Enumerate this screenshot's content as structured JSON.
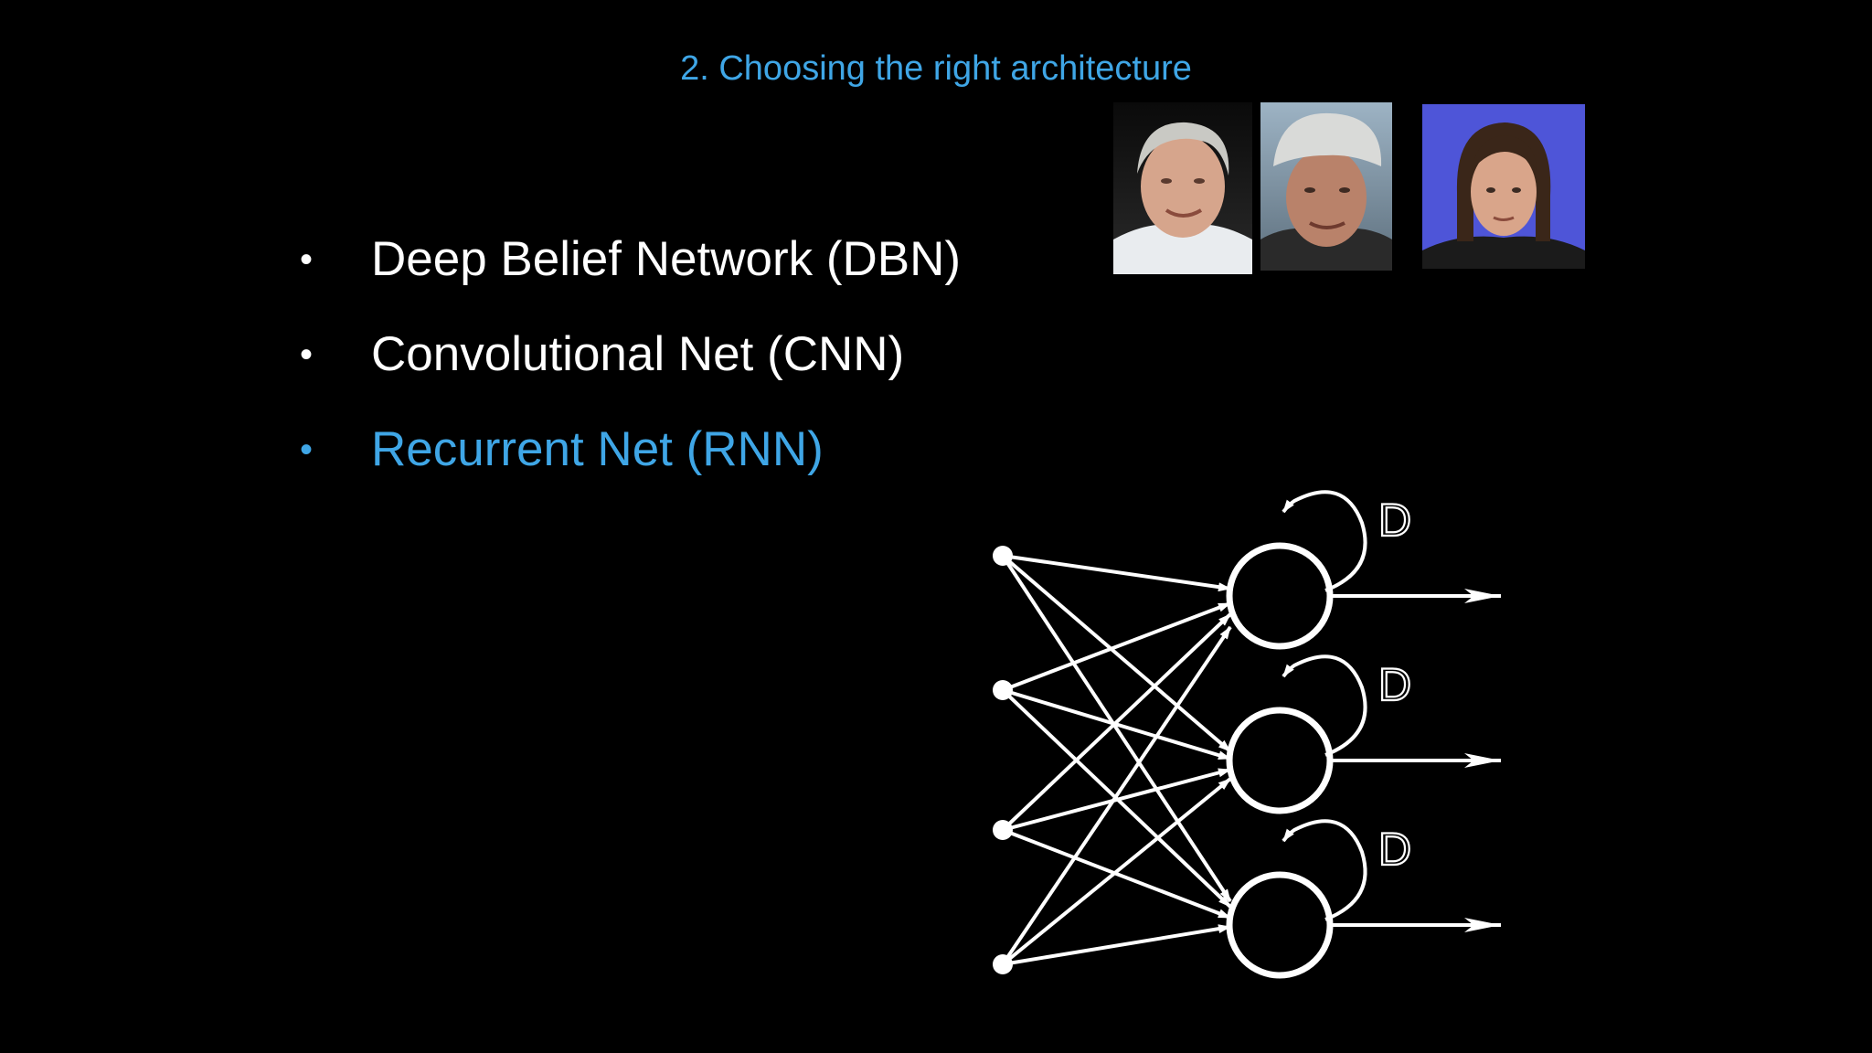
{
  "slide": {
    "title": "2. Choosing the right architecture",
    "bullets": [
      {
        "label": "Deep Belief Network (DBN)",
        "highlighted": false
      },
      {
        "label": "Convolutional Net (CNN)",
        "highlighted": false
      },
      {
        "label": "Recurrent Net (RNN)",
        "highlighted": true
      }
    ],
    "bullet_glyph": "•"
  },
  "diagram": {
    "delay_label": "D"
  },
  "colors": {
    "background": "#000000",
    "text": "#ffffff",
    "accent": "#3fa6e6",
    "photo3_background": "#4e55d8"
  }
}
